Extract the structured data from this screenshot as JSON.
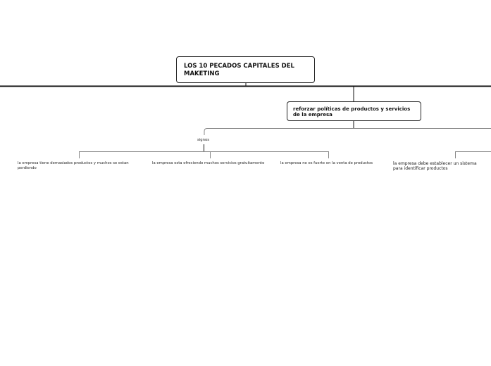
{
  "root": {
    "title": "LOS 10 PECADOS CAPITALES DEL MAKETING"
  },
  "branch": {
    "title": "reforzar políticas de productos y servicios de la empresa"
  },
  "group": {
    "label": "signos"
  },
  "leaves": [
    "la empresa tiene demasiados productos y muchos se estan perdiendo",
    "la empresa esta ofreciendo muchos servicios gratuitamente",
    "la empresa no es fuerte en la venta de productos",
    "la empresa debe establecer un sistema para identificar productos"
  ]
}
